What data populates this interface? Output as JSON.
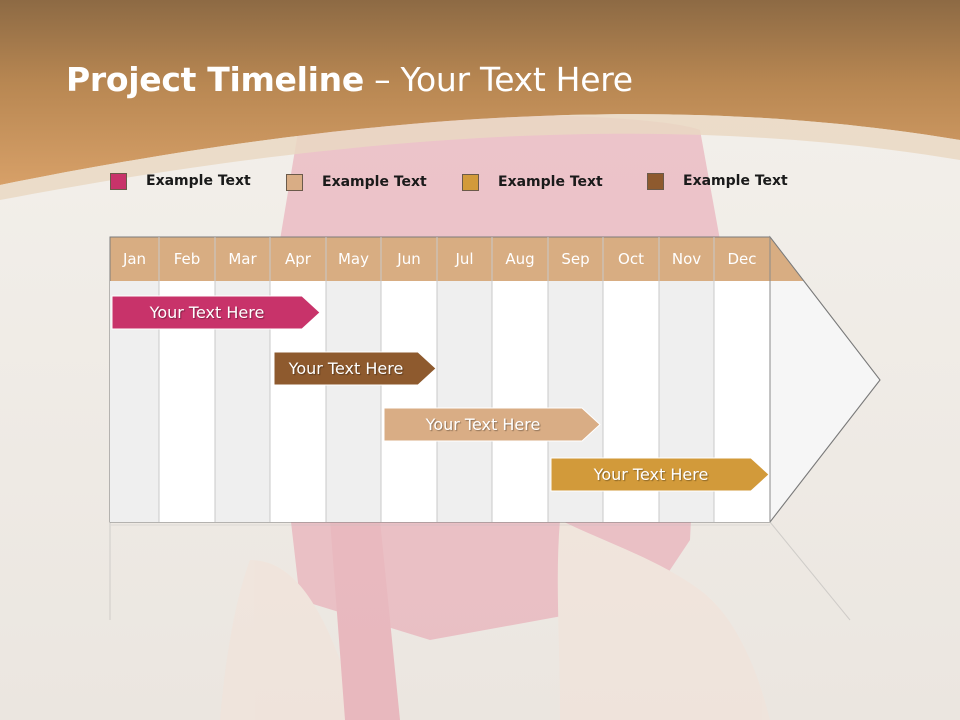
{
  "slide": {
    "title_bold": "Project Timeline",
    "title_rest": " – Your Text Here"
  },
  "legend": [
    {
      "label": "Example Text",
      "color": "#c8336a"
    },
    {
      "label": "Example Text",
      "color": "#d9ad85"
    },
    {
      "label": "Example Text",
      "color": "#d29a3a"
    },
    {
      "label": "Example Text",
      "color": "#8e5a2e"
    }
  ],
  "months": [
    "Jan",
    "Feb",
    "Mar",
    "Apr",
    "May",
    "Jun",
    "Jul",
    "Aug",
    "Sep",
    "Oct",
    "Nov",
    "Dec"
  ],
  "tasks": [
    {
      "label": "Your  Text Here",
      "start_month": "Jan",
      "end_month": "Apr",
      "color": "#c8336a"
    },
    {
      "label": "Your  Text Here",
      "start_month": "Apr",
      "end_month": "Jun",
      "color": "#8e5a2e"
    },
    {
      "label": "Your  Text Here",
      "start_month": "Jun",
      "end_month": "Sep",
      "color": "#d9ad85"
    },
    {
      "label": "Your  Text Here",
      "start_month": "Sep",
      "end_month": "Dec",
      "color": "#d29a3a"
    }
  ],
  "colors": {
    "header_brown": "#c99356",
    "month_band": "#d8ad82",
    "column_shade": "#efefef"
  }
}
